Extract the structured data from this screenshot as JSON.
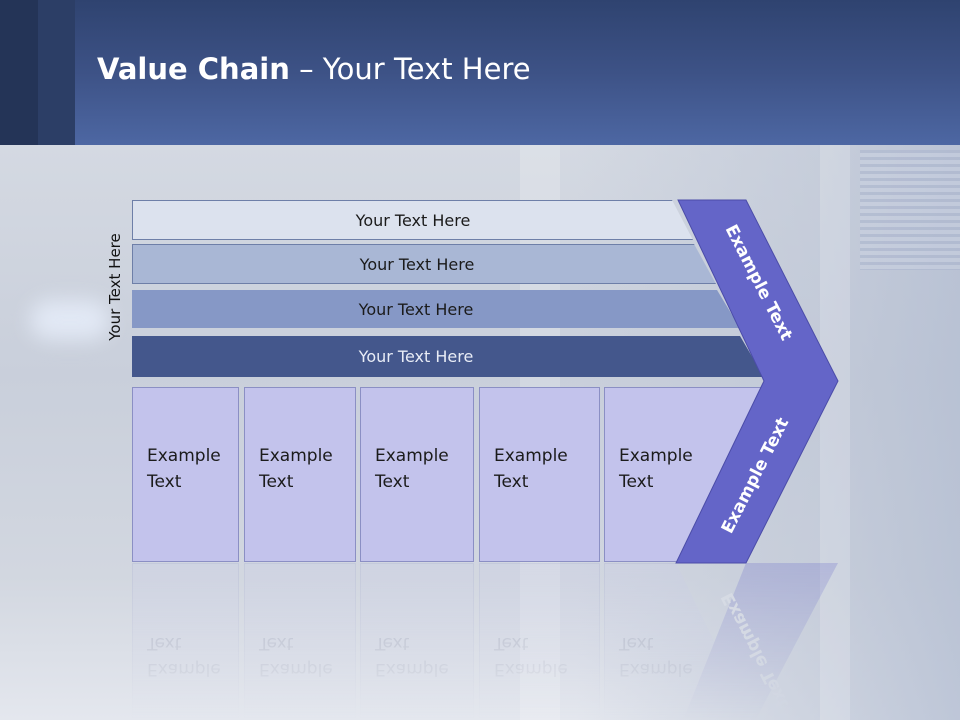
{
  "header": {
    "title_bold": "Value Chain",
    "title_rest": " – Your Text Here"
  },
  "side_label": "Your Text Here",
  "support_bars": [
    {
      "label": "Your Text Here"
    },
    {
      "label": "Your Text Here"
    },
    {
      "label": "Your Text Here"
    },
    {
      "label": "Your Text Here"
    }
  ],
  "activities": [
    {
      "line1": "Example",
      "line2": "Text"
    },
    {
      "line1": "Example",
      "line2": "Text"
    },
    {
      "line1": "Example",
      "line2": "Text"
    },
    {
      "line1": "Example",
      "line2": "Text"
    },
    {
      "line1": "Example",
      "line2": "Text"
    }
  ],
  "chevron": {
    "upper_text": "Example Text",
    "lower_text": "Example Text",
    "color": "#6465c8"
  },
  "colors": {
    "header": "#3d5286",
    "bar1": "#dce2ee",
    "bar2": "#a9b7d5",
    "bar3": "#8698c6",
    "bar4": "#44578c",
    "activity_box": "#c3c3ec"
  }
}
